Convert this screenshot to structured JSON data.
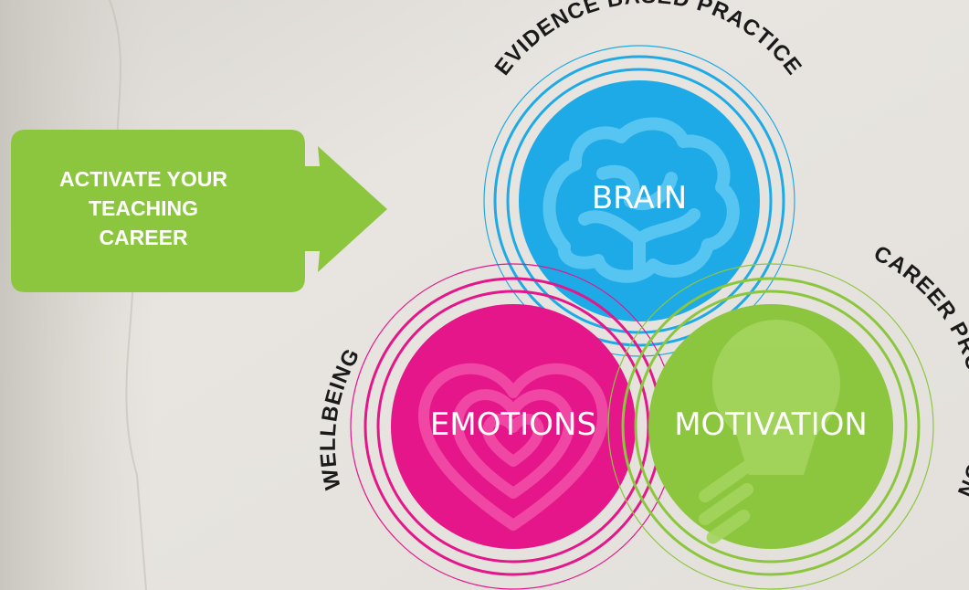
{
  "cta": {
    "lines": [
      "ACTIVATE YOUR",
      "TEACHING",
      "CAREER"
    ],
    "color": "#8cc63f"
  },
  "circles": {
    "brain": {
      "label": "BRAIN",
      "color": "#1eaae6",
      "icon": "brain-icon"
    },
    "emotions": {
      "label": "EMOTIONS",
      "color": "#e5158a",
      "icon": "heart-icon"
    },
    "motivation": {
      "label": "MOTIVATION",
      "color": "#8cc63f",
      "icon": "lightbulb-icon"
    }
  },
  "arc_labels": {
    "top": "EVIDENCE BASED PRACTICE",
    "left": "WELLBEING",
    "right": "CAREER PROGRESSION"
  }
}
